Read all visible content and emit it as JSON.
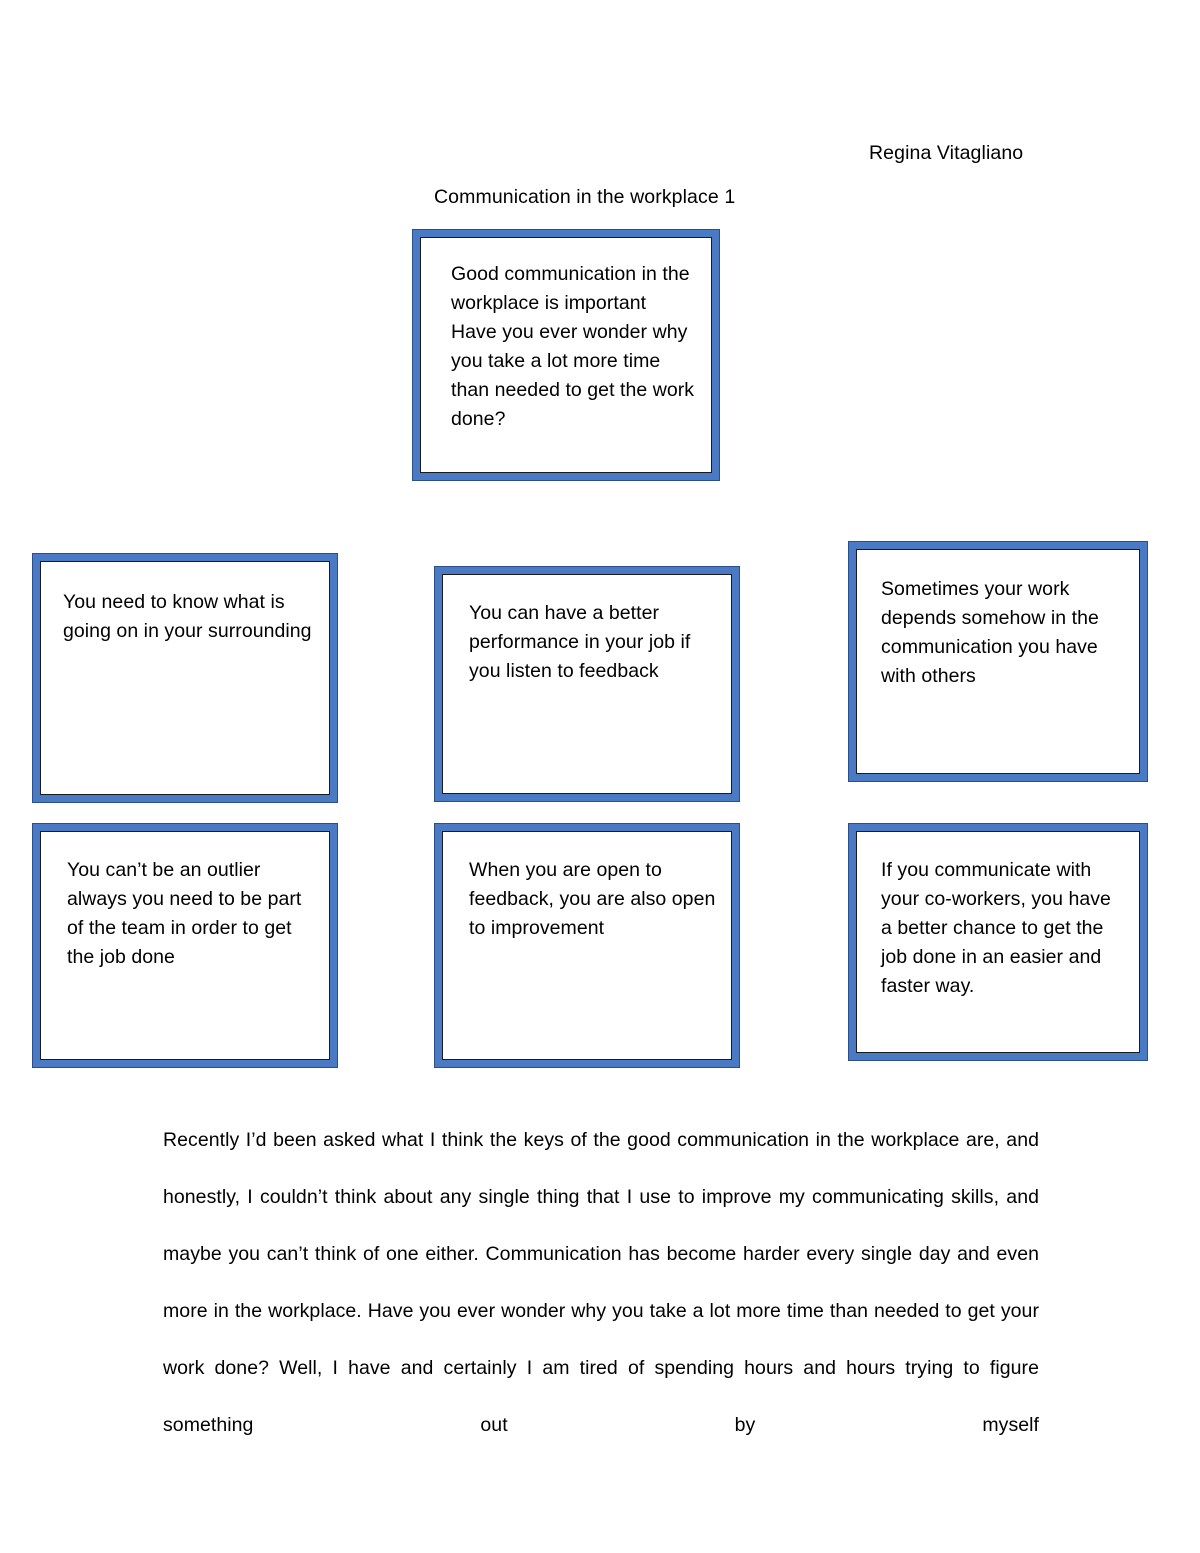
{
  "header": {
    "author": "Regina Vitagliano",
    "title": "Communication in the workplace 1"
  },
  "colors": {
    "box_fill": "#4a7ac3",
    "box_outer_line": "#2b4f8a",
    "box_inner_line": "#1b1b1b",
    "page_background": "#ffffff",
    "text": "#000000"
  },
  "diagram": {
    "top_box": {
      "text": "Good communication in the workplace is important\nHave you ever wonder why you take a lot more time than needed to get the work done?"
    },
    "boxes": [
      {
        "id": "left-top",
        "text": "You need to know what is going on in your surrounding"
      },
      {
        "id": "mid-top",
        "text": "You can have a better performance in your job if you listen to feedback"
      },
      {
        "id": "right-top",
        "text": "Sometimes your work depends somehow in the communication you have with others"
      },
      {
        "id": "left-bot",
        "text": "You can’t be an outlier always you need to be part of the team in order to get the job done"
      },
      {
        "id": "mid-bot",
        "text": "When you are open to feedback, you are also open to improvement"
      },
      {
        "id": "right-bot",
        "text": "If you communicate with your co-workers, you have a better chance to get the job done in an easier and faster way."
      }
    ]
  },
  "body": {
    "paragraph": "Recently I’d been asked what I think the keys of the good communication in the workplace are, and honestly, I couldn’t think about any single thing that I use to improve my communicating skills, and maybe you can’t think of one either. Communication has become harder every single day and even more in the workplace. Have you ever wonder why you take a lot more time than needed to get your work done? Well, I have and certainly I am tired of spending hours and hours trying to figure something out by myself"
  }
}
